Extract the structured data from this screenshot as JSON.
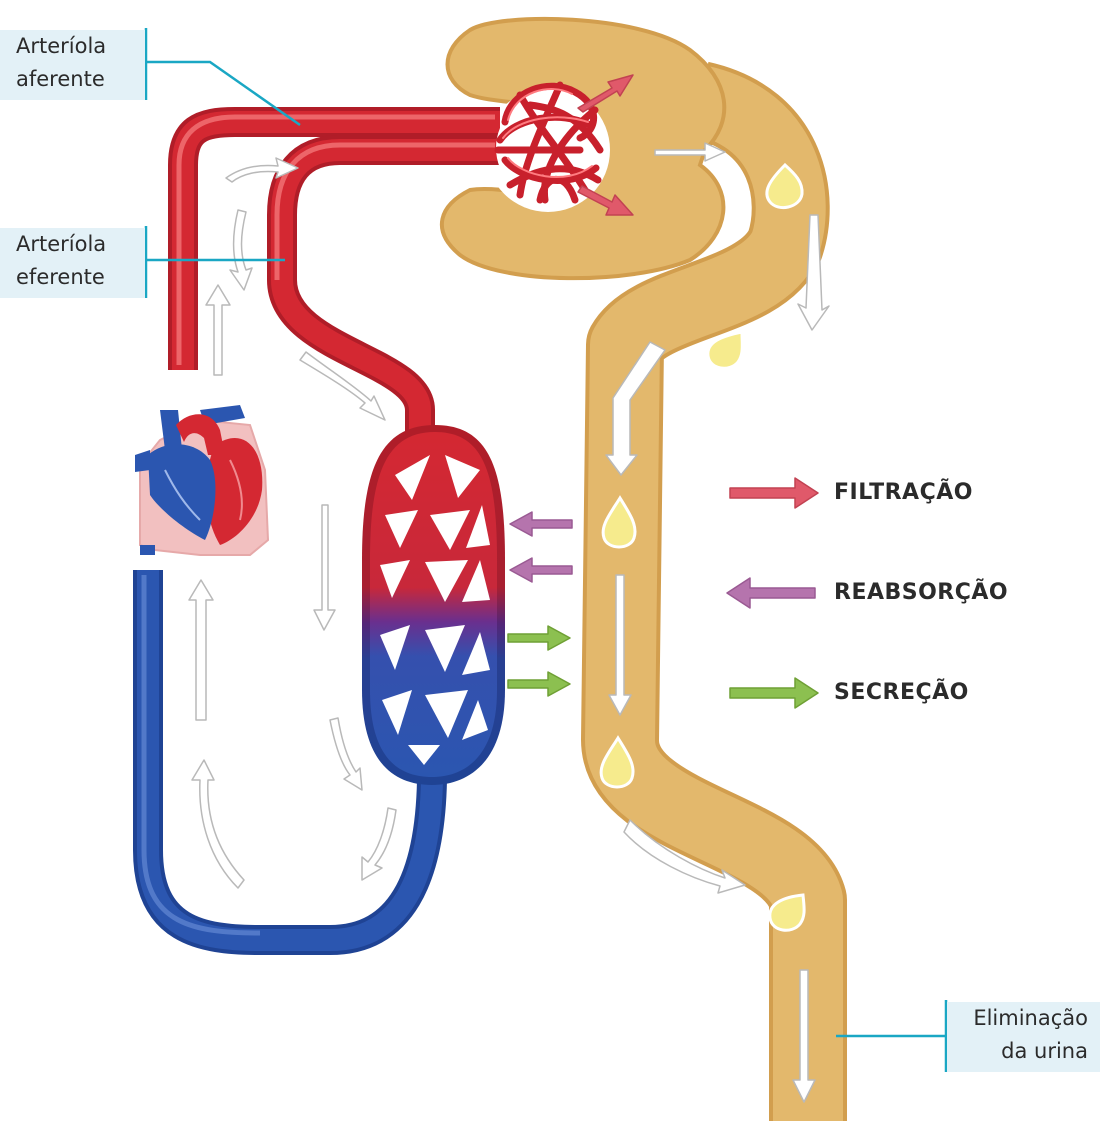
{
  "labels": {
    "afferent_line1": "Arteríola",
    "afferent_line2": "aferente",
    "efferent_line1": "Arteríola",
    "efferent_line2": "eferente",
    "urine_line1": "Eliminação",
    "urine_line2": "da urina"
  },
  "legend": {
    "filtration": "FILTRAÇÃO",
    "reabsorption": "REABSORÇÃO",
    "secretion": "SECREÇÃO"
  },
  "colors": {
    "artery": "#d42832",
    "vein": "#2b56b0",
    "tubule": "#e3b86c",
    "filtration": "#e0596a",
    "reabsorption": "#b574ad",
    "secretion": "#8cc050",
    "callout_bg": "#e3f1f7",
    "callout_line": "#1aa7c4"
  },
  "icons": [
    "heart-icon",
    "glomerulus-icon",
    "capillary-network-icon",
    "urine-drop-icon",
    "flow-arrow-icon"
  ]
}
